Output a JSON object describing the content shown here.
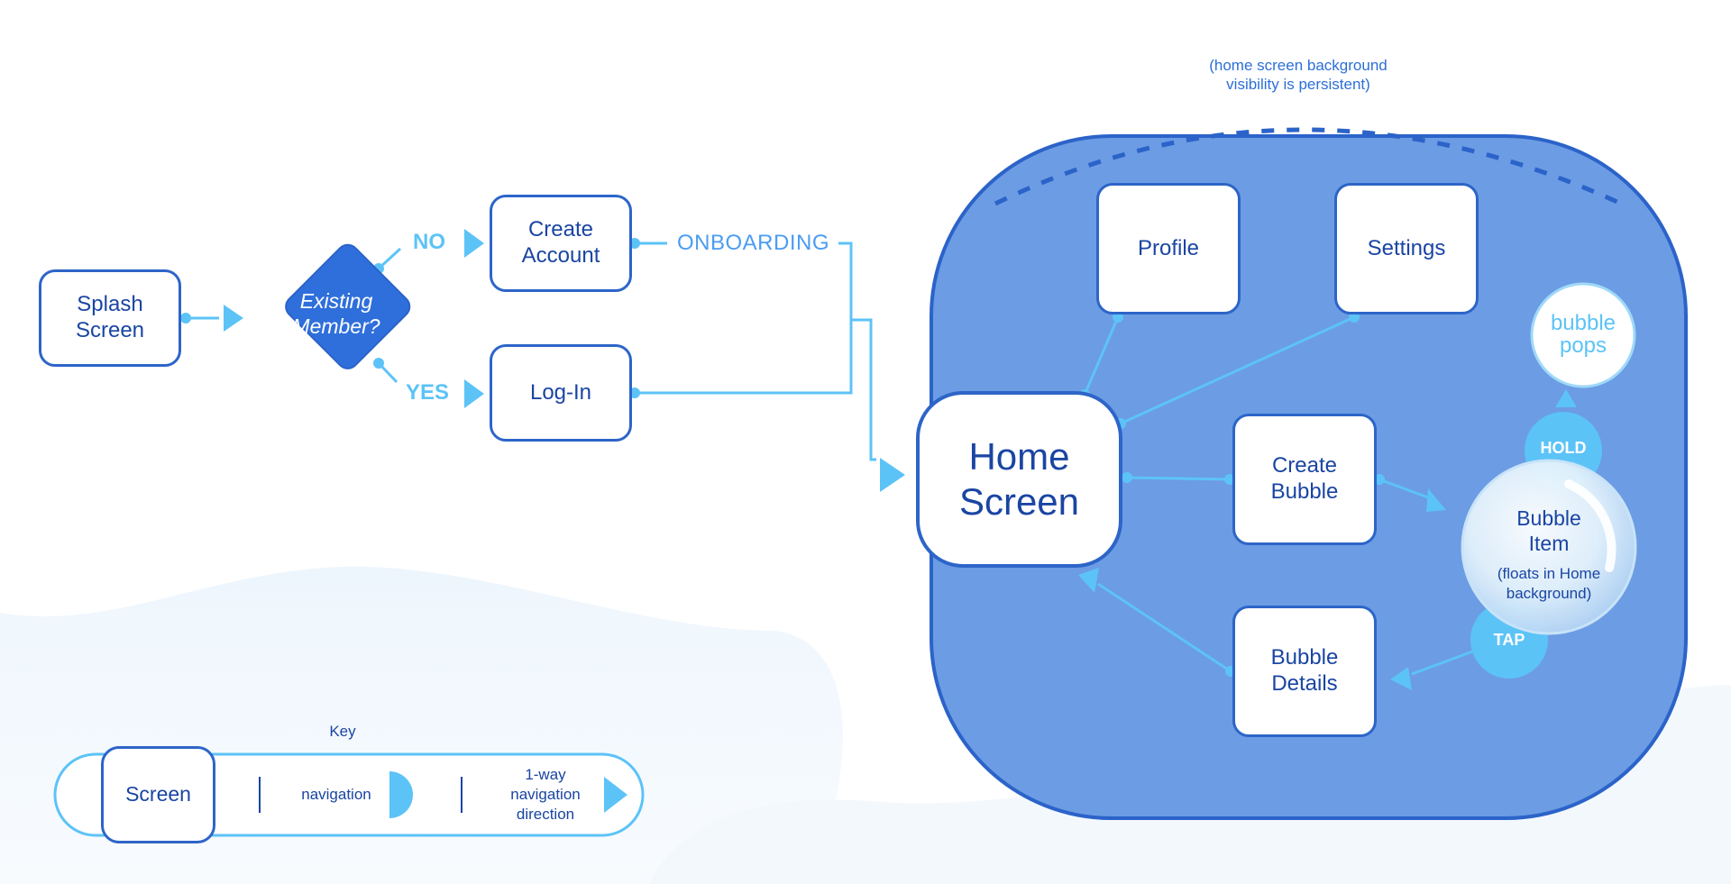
{
  "nodes": {
    "splash_screen": "Splash\nScreen",
    "existing_member": "Existing\nMember?",
    "create_account": "Create\nAccount",
    "log_in": "Log-In",
    "home_screen": "Home\nScreen",
    "profile": "Profile",
    "settings": "Settings",
    "create_bubble": "Create\nBubble",
    "bubble_details": "Bubble\nDetails",
    "bubble_pops": "bubble\npops",
    "bubble_item": "Bubble\nItem",
    "bubble_item_note": "(floats in Home\nbackground)"
  },
  "labels": {
    "no": "NO",
    "yes": "YES",
    "onboarding": "ONBOARDING",
    "background_note": "(home screen background\nvisibility is persistent)",
    "hold": "HOLD",
    "tap": "TAP"
  },
  "key": {
    "title": "Key",
    "screen": "Screen",
    "navigation": "navigation",
    "direction": "1-way\nnavigation\ndirection"
  },
  "colors": {
    "screen_border": "#2d65c8",
    "text": "#1a45a3",
    "decision_fill": "#2f6fdb",
    "home_region_fill": "#6c9ce4",
    "connector": "#5cc3f7",
    "onboarding_text": "#4b9cf2",
    "gesture_fill": "#5cc3f7",
    "bubble_fill": "#e6f3fb"
  },
  "edges": [
    {
      "from": "splash_screen",
      "to": "existing_member"
    },
    {
      "from": "existing_member",
      "to": "create_account",
      "label": "NO"
    },
    {
      "from": "existing_member",
      "to": "log_in",
      "label": "YES"
    },
    {
      "from": "create_account",
      "to": "home_screen",
      "label": "ONBOARDING"
    },
    {
      "from": "log_in",
      "to": "home_screen"
    },
    {
      "from": "home_screen",
      "to": "profile"
    },
    {
      "from": "home_screen",
      "to": "settings"
    },
    {
      "from": "home_screen",
      "to": "create_bubble"
    },
    {
      "from": "create_bubble",
      "to": "bubble_item"
    },
    {
      "from": "bubble_item",
      "to": "bubble_pops",
      "label": "HOLD"
    },
    {
      "from": "bubble_item",
      "to": "bubble_details",
      "label": "TAP"
    },
    {
      "from": "bubble_details",
      "to": "home_screen"
    }
  ]
}
